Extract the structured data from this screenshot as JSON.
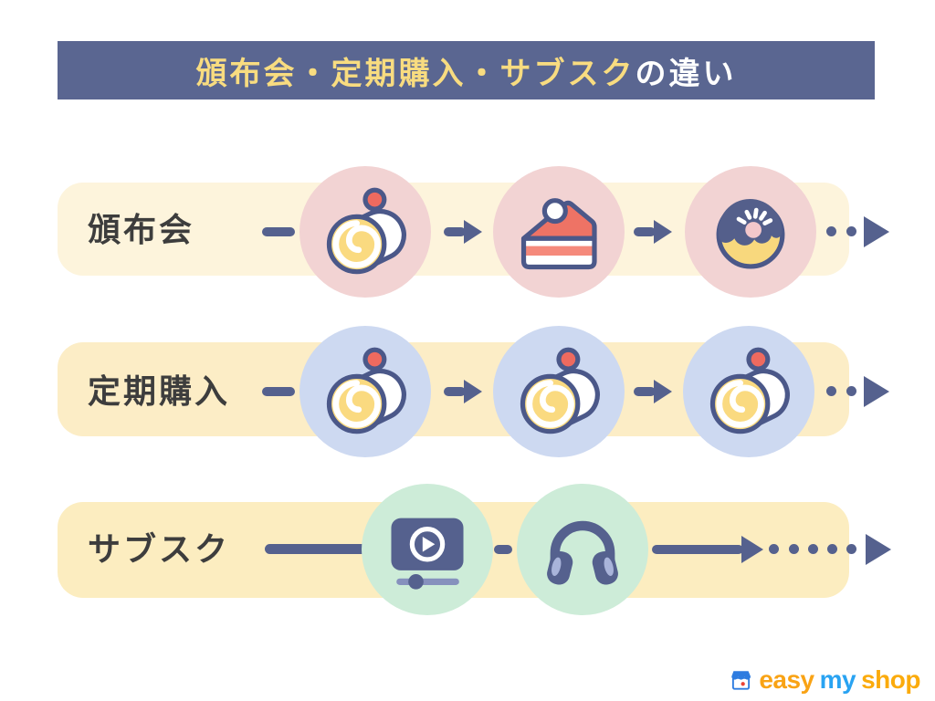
{
  "title": {
    "highlight": "頒布会・定期購入・サブスク",
    "suffix": "の違い"
  },
  "rows": [
    {
      "label": "頒布会",
      "circle_color": "#f2d3d3",
      "icons": [
        "roll-cake-icon",
        "cake-slice-icon",
        "donut-icon"
      ],
      "trail_dots": 2
    },
    {
      "label": "定期購入",
      "circle_color": "#cdd9f1",
      "icons": [
        "roll-cake-icon",
        "roll-cake-icon",
        "roll-cake-icon"
      ],
      "trail_dots": 2
    },
    {
      "label": "サブスク",
      "circle_color": "#cdecd8",
      "icons": [
        "video-player-icon",
        "headphones-icon"
      ],
      "trail_dots": 5
    }
  ],
  "logo": {
    "icon": "storefront-icon",
    "words": [
      {
        "text": "easy",
        "color": "#f9a315"
      },
      {
        "text": "my",
        "color": "#29a3f2"
      },
      {
        "text": "shop",
        "color": "#fbab0c"
      }
    ]
  },
  "colors": {
    "banner_bg": "#5a6691",
    "banner_highlight_text": "#f8dc80",
    "banner_suffix_text": "#ffffff",
    "band1_bg": "#fdf4dc",
    "band2_bg": "#fcedc6",
    "band3_bg": "#fcedc0",
    "arrow": "#55618e",
    "label_text": "#3d3d3d"
  }
}
